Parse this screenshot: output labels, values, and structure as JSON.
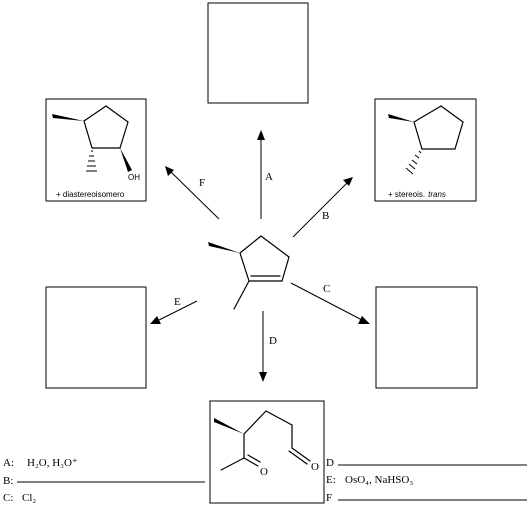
{
  "arrow_labels": {
    "A": "A",
    "B": "B",
    "C": "C",
    "D": "D",
    "E": "E",
    "F": "F"
  },
  "captions": {
    "diastereoisomero": "+ diastereoisomero",
    "stereois": "+ stereois.",
    "trans": "trans"
  },
  "atoms": {
    "oh": "OH",
    "o_ketone": "O",
    "o_aldehyde": "O"
  },
  "reagents": {
    "a_label": "A:",
    "a_text": "H₂O, H₃O⁺",
    "b_label": "B:",
    "c_label": "C:",
    "c_text": "Cl₂",
    "d_label": "D",
    "e_label": "E:",
    "e_text": "OsO₄, NaHSO₃",
    "f_label": "F"
  }
}
